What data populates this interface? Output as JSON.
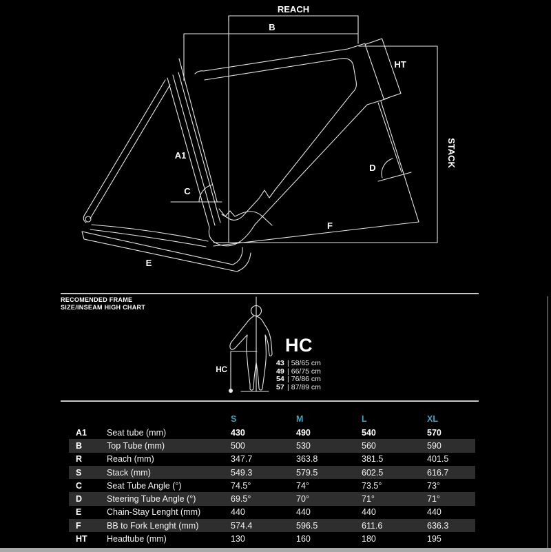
{
  "diagram": {
    "labels": {
      "reach": "REACH",
      "b": "B",
      "ht": "HT",
      "stack": "STACK",
      "a1": "A1",
      "c": "C",
      "d": "D",
      "e": "E",
      "f": "F"
    }
  },
  "size_chart": {
    "heading_line1": "RECOMENDED FRAME",
    "heading_line2": "SIZE/INSEAM HIGH CHART",
    "hc_marker_label": "HC",
    "hc_title": "HC",
    "pipe": "|",
    "rows": [
      {
        "size": "43",
        "inseam": "58/65 cm"
      },
      {
        "size": "49",
        "inseam": "66/75 cm"
      },
      {
        "size": "54",
        "inseam": "76/86 cm"
      },
      {
        "size": "57",
        "inseam": "87/89 cm"
      }
    ]
  },
  "geometry_table": {
    "size_headers": [
      "S",
      "M",
      "L",
      "XL"
    ],
    "accent_color": "#3fa3c0",
    "stripe_color": "#2e2e2e",
    "rows": [
      {
        "code": "A1",
        "label": "Seat tube (mm)",
        "values": [
          "430",
          "490",
          "540",
          "570"
        ]
      },
      {
        "code": "B",
        "label": "Top Tube (mm)",
        "values": [
          "500",
          "530",
          "560",
          "590"
        ]
      },
      {
        "code": "R",
        "label": "Reach (mm)",
        "values": [
          "347.7",
          "363.8",
          "381.5",
          "401.5"
        ]
      },
      {
        "code": "S",
        "label": "Stack (mm)",
        "values": [
          "549.3",
          "579.5",
          "602.5",
          "616.7"
        ]
      },
      {
        "code": "C",
        "label": "Seat Tube Angle (°)",
        "values": [
          "74.5°",
          "74°",
          "73.5°",
          "73°"
        ]
      },
      {
        "code": "D",
        "label": "Steering Tube Angle (°)",
        "values": [
          "69.5°",
          "70°",
          "71°",
          "71°"
        ]
      },
      {
        "code": "E",
        "label": "Chain-Stay Lenght (mm)",
        "values": [
          "440",
          "440",
          "440",
          "440"
        ]
      },
      {
        "code": "F",
        "label": "BB to Fork Lenght (mm)",
        "values": [
          "574.4",
          "596.5",
          "611.6",
          "636.3"
        ]
      },
      {
        "code": "HT",
        "label": "Headtube (mm)",
        "values": [
          "130",
          "160",
          "180",
          "195"
        ]
      }
    ]
  }
}
